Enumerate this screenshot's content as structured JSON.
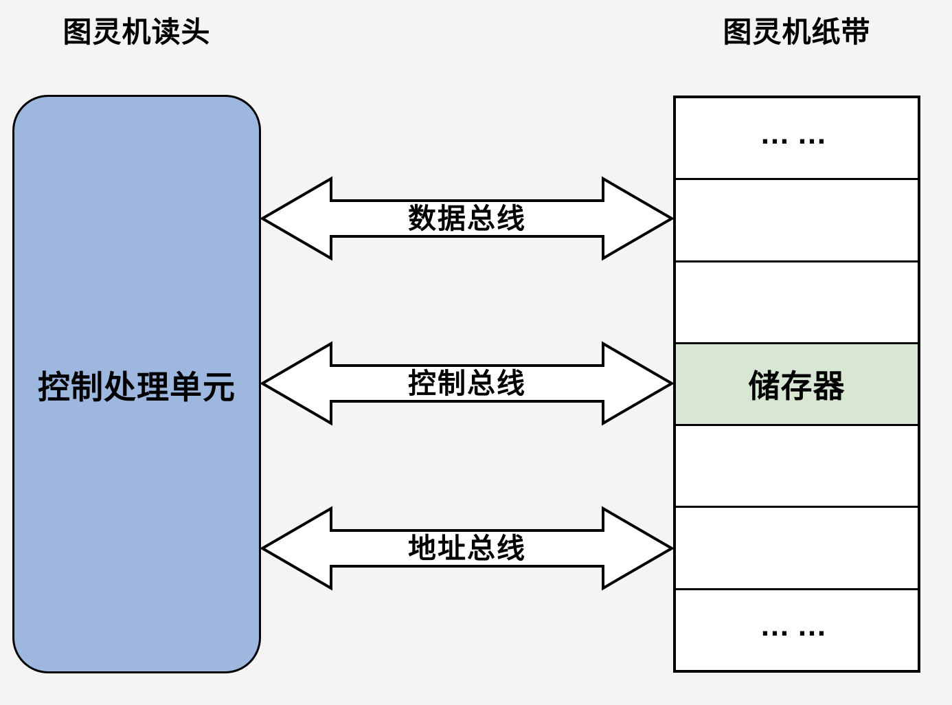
{
  "diagram": {
    "background_color": "#F4F4F4",
    "titles": {
      "left": "图灵机读头",
      "right": "图灵机纸带"
    },
    "cpu": {
      "label": "控制处理单元",
      "fill_color": "#9DB7DF",
      "border_color": "#000000"
    },
    "buses": [
      {
        "label": "数据总线"
      },
      {
        "label": "控制总线"
      },
      {
        "label": "地址总线"
      }
    ],
    "tape": {
      "cell_fill_color": "#FFFFFF",
      "highlight_fill_color": "#D8E7D3",
      "cells": [
        {
          "text": "……",
          "highlighted": false
        },
        {
          "text": "",
          "highlighted": false
        },
        {
          "text": "",
          "highlighted": false
        },
        {
          "text": "储存器",
          "highlighted": true
        },
        {
          "text": "",
          "highlighted": false
        },
        {
          "text": "",
          "highlighted": false
        },
        {
          "text": "……",
          "highlighted": false
        }
      ]
    }
  }
}
